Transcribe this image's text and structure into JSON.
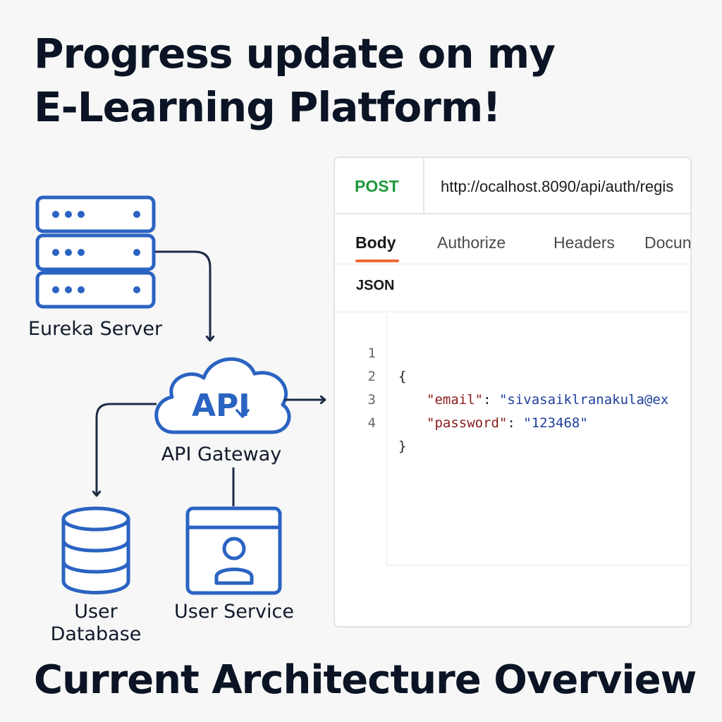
{
  "headline": {
    "line1": "Progress update on my",
    "line2": "E-Learning Platform!"
  },
  "footer_title": "Current Architecture Overview",
  "diagram": {
    "eureka_label": "Eureka Server",
    "gateway_icon_text": "API",
    "gateway_label": "API Gateway",
    "database_label_line1": "User",
    "database_label_line2": "Database",
    "service_label": "User Service",
    "accent_color": "#2a63c2",
    "connector_color": "#1c2b45",
    "icons": [
      "server-rack-icon",
      "cloud-api-icon",
      "database-icon",
      "user-window-icon"
    ]
  },
  "request": {
    "method": "POST",
    "method_color": "#1e9a3a",
    "url": "http://ocalhost.8090/api/auth/regis",
    "tabs": [
      {
        "label": "Body",
        "active": true
      },
      {
        "label": "Authorize",
        "active": false
      },
      {
        "label": "Headers",
        "active": false
      },
      {
        "label": "Docun",
        "active": false
      }
    ],
    "tab_accent_color": "#ef6b3a",
    "body_type": "JSON",
    "body": {
      "line_numbers": [
        "1",
        "2",
        "3",
        "4"
      ],
      "open_brace": "{",
      "close_brace": "}",
      "email_key": "\"email\"",
      "email_value": "\"sivasaiklranakula@ex",
      "password_key": "\"password\"",
      "password_value": "\"123468\"",
      "colon": ":",
      "comma": ","
    }
  }
}
